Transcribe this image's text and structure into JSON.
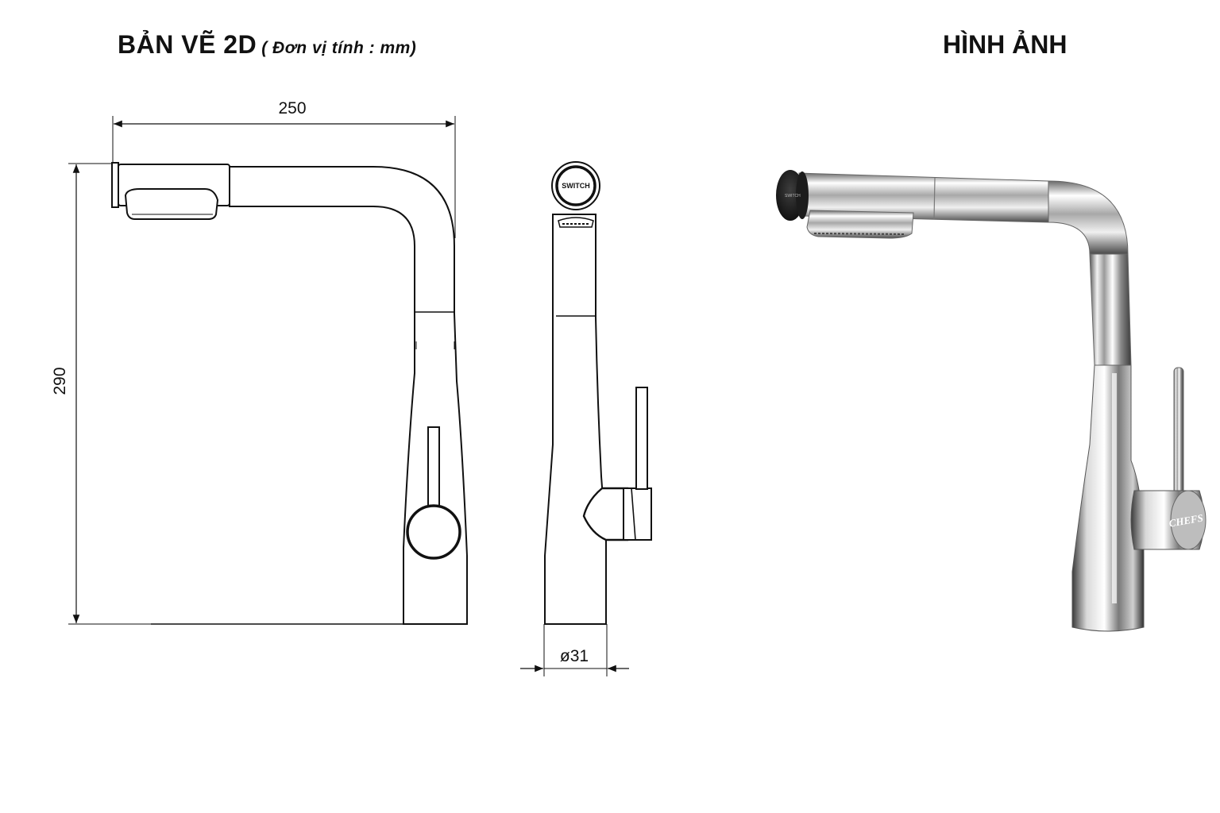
{
  "header": {
    "drawing_title": "BẢN VẼ 2D",
    "drawing_unit": "( Đơn vị tính : mm)",
    "image_title": "HÌNH ẢNH"
  },
  "dimensions": {
    "width": "250",
    "height": "290",
    "diameter": "ø31"
  },
  "labels": {
    "switch": "SWITCH",
    "brand": "CHEFS"
  },
  "colors": {
    "line": "#111111",
    "chrome_dark": "#2a2a2a",
    "chrome_light": "#e9e9e9",
    "background": "#ffffff"
  }
}
